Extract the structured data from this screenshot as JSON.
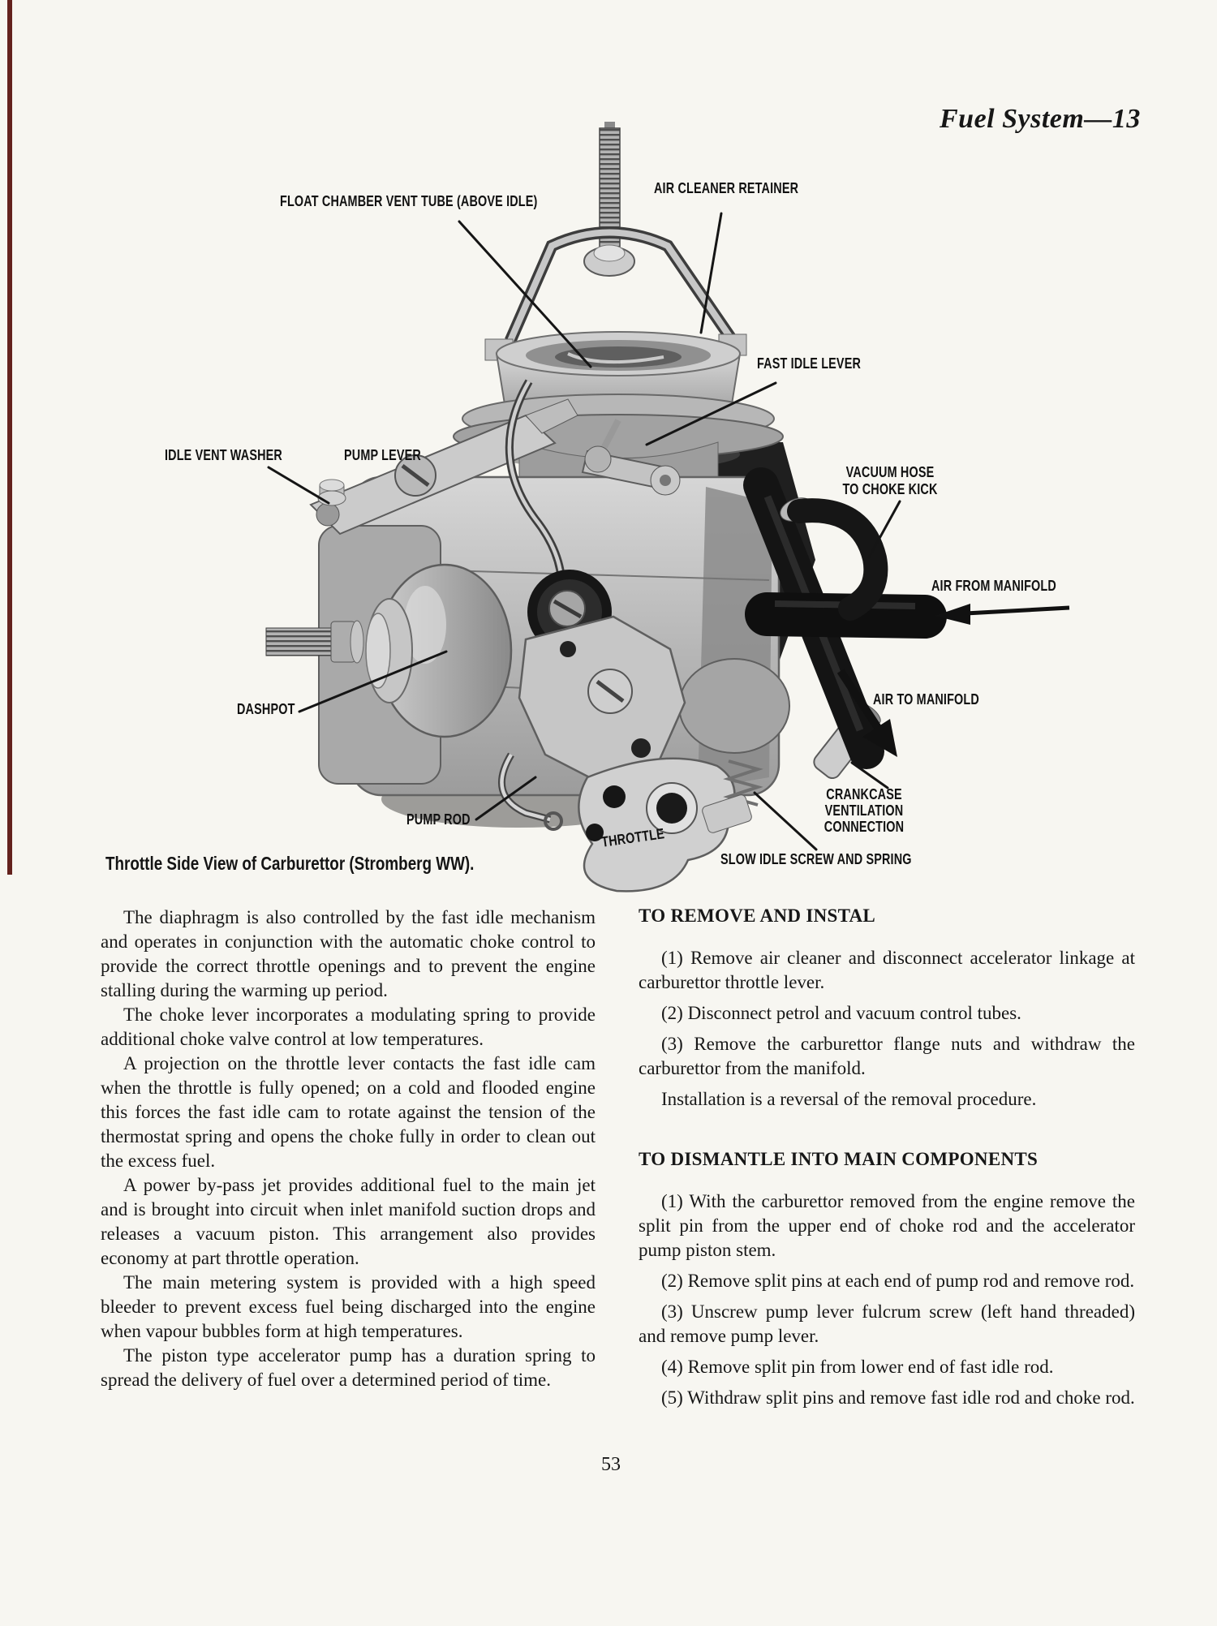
{
  "header": {
    "title": "Fuel System—13"
  },
  "diagram": {
    "caption": "Throttle Side View of Carburettor (Stromberg WW).",
    "labels": {
      "float_chamber": "FLOAT CHAMBER VENT TUBE (ABOVE IDLE)",
      "air_cleaner": "AIR CLEANER RETAINER",
      "fast_idle": "FAST IDLE LEVER",
      "idle_vent": "IDLE VENT WASHER",
      "pump_lever": "PUMP LEVER",
      "vacuum_hose_1": "VACUUM HOSE",
      "vacuum_hose_2": "TO CHOKE KICK",
      "air_from": "AIR FROM MANIFOLD",
      "air_to": "AIR TO MANIFOLD",
      "dashpot": "DASHPOT",
      "pump_rod": "PUMP ROD",
      "throttle": "THROTTLE",
      "crankcase_1": "CRANKCASE VENTILATION",
      "crankcase_2": "CONNECTION",
      "slow_idle": "SLOW IDLE SCREW AND SPRING"
    }
  },
  "left_column": {
    "paragraphs": [
      "The diaphragm is also controlled by the fast idle mechanism and operates in conjunction with the automatic choke control to provide the correct throttle openings and to prevent the engine stalling during the warming up period.",
      "The choke lever incorporates a modulating spring to provide additional choke valve control at low temperatures.",
      "A projection on the throttle lever contacts the fast idle cam when the throttle is fully opened; on a cold and flooded engine this forces the fast idle cam to rotate against the tension of the thermostat spring and opens the choke fully in order to clean out the excess fuel.",
      "A power by-pass jet provides additional fuel to the main jet and is brought into circuit when inlet manifold suction drops and releases a vacuum piston. This arrangement also provides economy at part throttle operation.",
      "The main metering system is provided with a high speed bleeder to prevent excess fuel being discharged into the engine when vapour bubbles form at high temperatures.",
      "The piston type accelerator pump has a duration spring to spread the delivery of fuel over a determined period of time."
    ]
  },
  "right_column": {
    "sections": [
      {
        "heading": "TO REMOVE AND INSTAL",
        "items": [
          "(1) Remove air cleaner and disconnect accelerator linkage at carburettor throttle lever.",
          "(2) Disconnect petrol and vacuum control tubes.",
          "(3) Remove the carburettor flange nuts and withdraw the carburettor from the manifold.",
          "Installation is a reversal of the removal procedure."
        ]
      },
      {
        "heading": "TO DISMANTLE INTO MAIN COMPONENTS",
        "items": [
          "(1) With the carburettor removed from the engine remove the split pin from the upper end of choke rod and the accelerator pump piston stem.",
          "(2) Remove split pins at each end of pump rod and remove rod.",
          "(3) Unscrew pump lever fulcrum screw (left hand threaded) and remove pump lever.",
          "(4) Remove split pin from lower end of fast idle rod.",
          "(5) Withdraw split pins and remove fast idle rod and choke rod."
        ]
      }
    ]
  },
  "footer": {
    "page_number": "53"
  }
}
